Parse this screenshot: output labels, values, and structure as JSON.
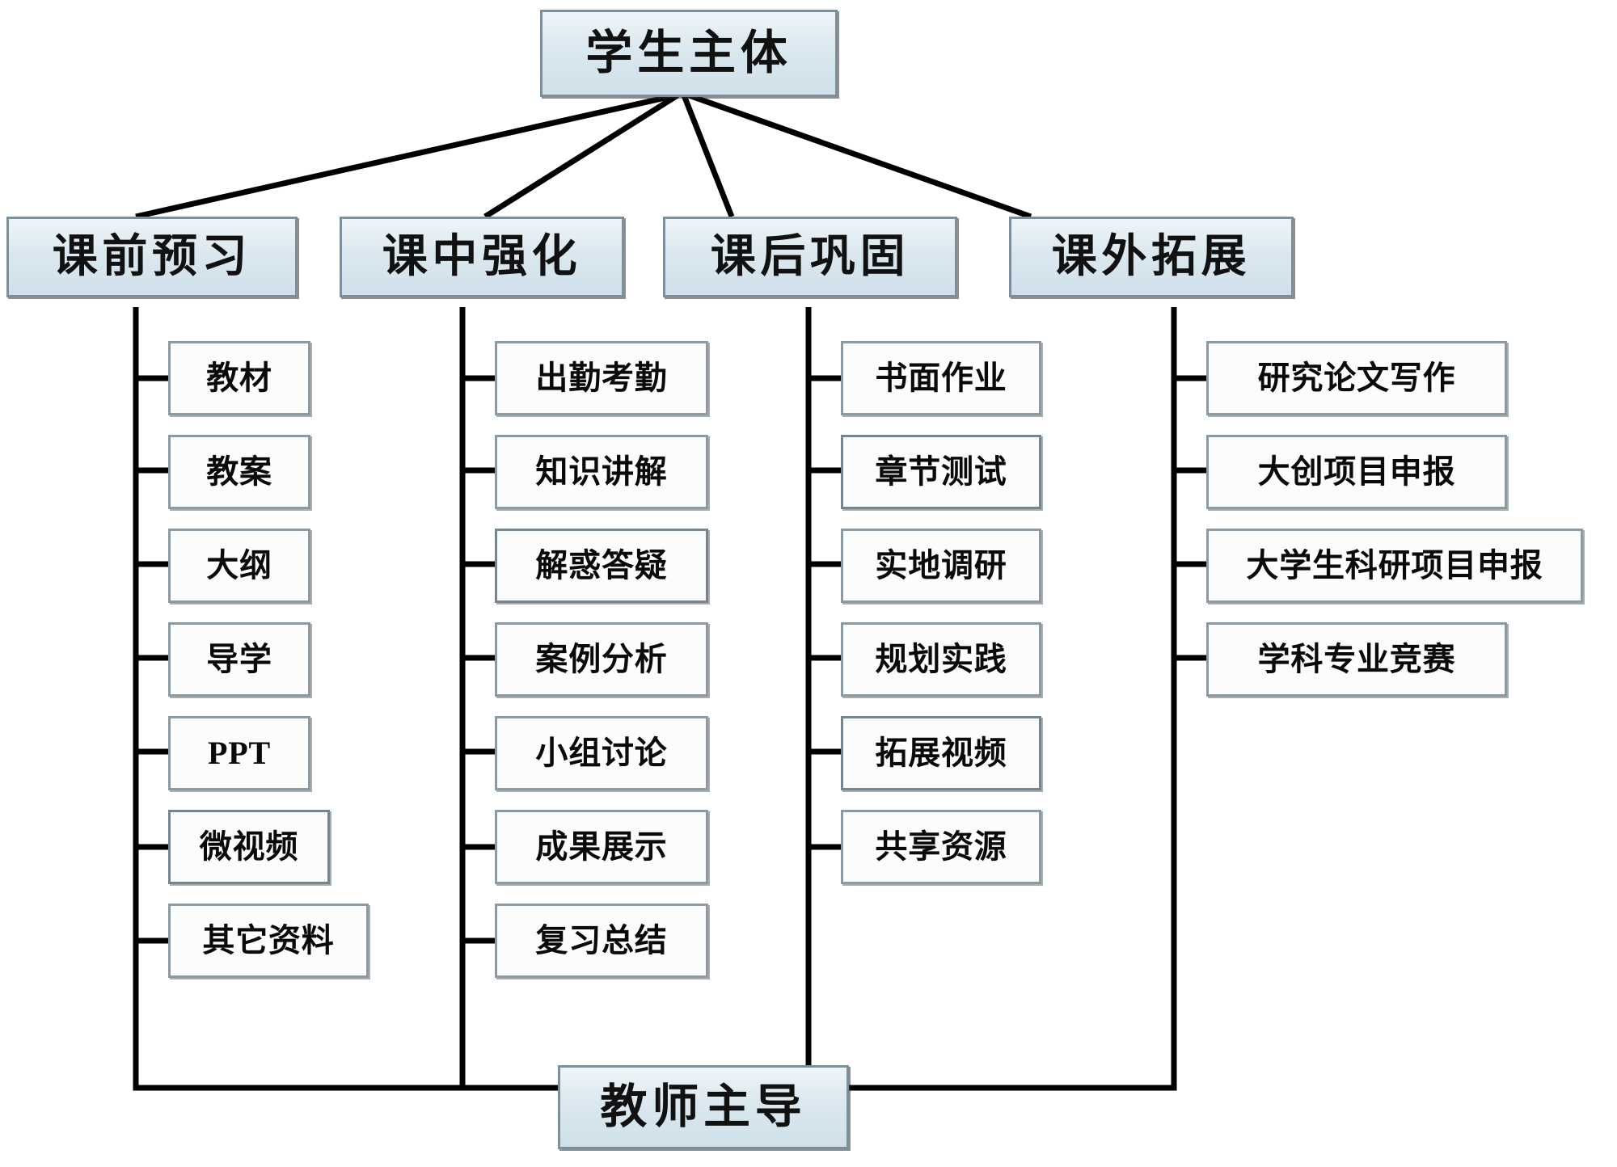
{
  "diagram": {
    "type": "hierarchy-tree",
    "root": {
      "label": "学生主体"
    },
    "footer": {
      "label": "教师主导"
    },
    "colors": {
      "header_fill_top": "#eef5f8",
      "header_fill_bottom": "#cfe0ea",
      "header_border": "#7d8f99",
      "leaf_fill": "#fbfcfc",
      "leaf_border": "#8c9ba3",
      "connector": "#000000",
      "background": "#ffffff"
    },
    "columns": [
      {
        "label": "课前预习",
        "items": [
          "教材",
          "教案",
          "大纲",
          "导学",
          "PPT",
          "微视频",
          "其它资料"
        ]
      },
      {
        "label": "课中强化",
        "items": [
          "出勤考勤",
          "知识讲解",
          "解惑答疑",
          "案例分析",
          "小组讨论",
          "成果展示",
          "复习总结"
        ]
      },
      {
        "label": "课后巩固",
        "items": [
          "书面作业",
          "章节测试",
          "实地调研",
          "规划实践",
          "拓展视频",
          "共享资源"
        ]
      },
      {
        "label": "课外拓展",
        "items": [
          "研究论文写作",
          "大创项目申报",
          "大学生科研项目申报",
          "学科专业竞赛"
        ]
      }
    ]
  }
}
